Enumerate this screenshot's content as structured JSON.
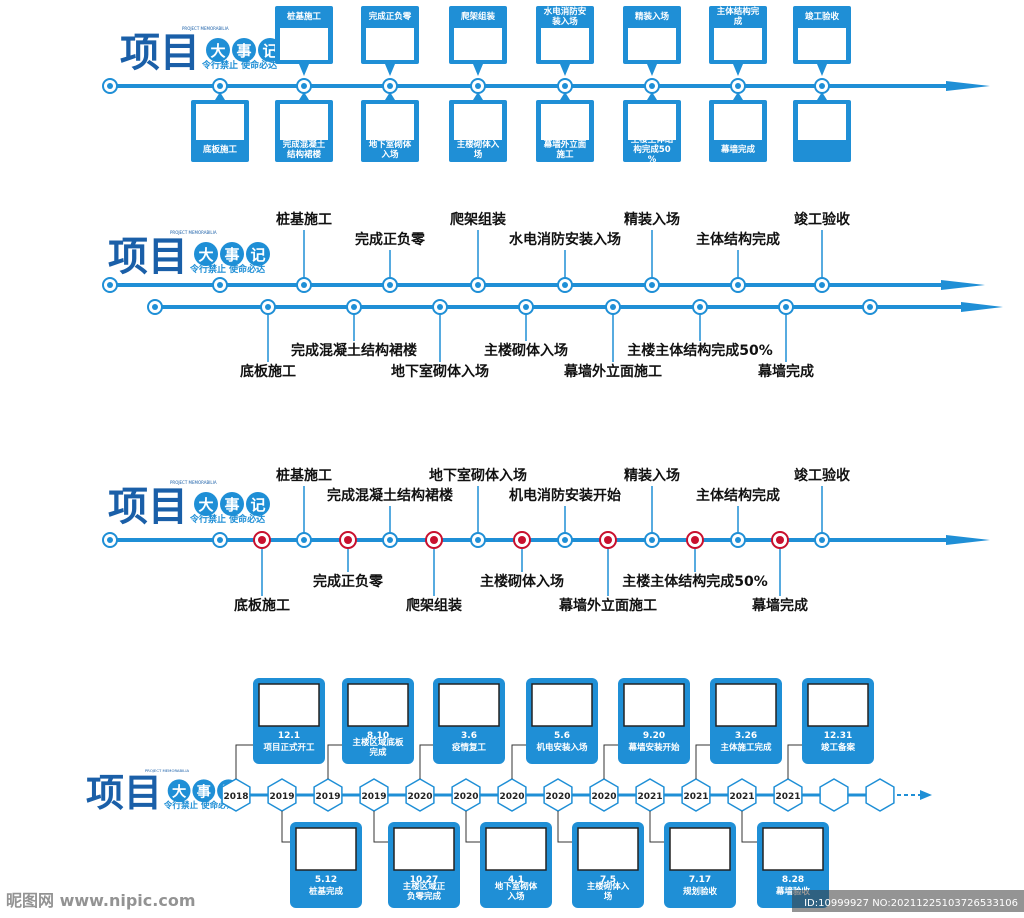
{
  "logo": {
    "big1": "项",
    "big2": "目",
    "c1": "大",
    "c2": "事",
    "c3": "记",
    "small_en": "PROJECT MEMORABILIA",
    "slogan": "令行禁止 使命必达"
  },
  "colors": {
    "primary": "#1f8fd6",
    "light": "#6fc0ee",
    "dark": "#1a5fa8",
    "red": "#c8102e"
  },
  "section1": {
    "top": [
      "桩基施工",
      "完成正负零",
      "爬架组装",
      "水电消防安装入场",
      "精装入场",
      "主体结构完成",
      "竣工验收"
    ],
    "bottom": [
      "底板施工",
      "完成混凝土结构裙楼",
      "地下室砌体入场",
      "主楼砌体入场",
      "幕墙外立面施工",
      "主楼主体结构完成50%",
      "幕墙完成",
      ""
    ]
  },
  "section2": {
    "top": [
      "桩基施工",
      "完成正负零",
      "爬架组装",
      "水电消防安装入场",
      "精装入场",
      "主体结构完成",
      "竣工验收"
    ],
    "bottom": [
      "底板施工",
      "完成混凝土结构裙楼",
      "地下室砌体入场",
      "主楼砌体入场",
      "幕墙外立面施工",
      "主楼主体结构完成50%",
      "幕墙完成"
    ]
  },
  "section3": {
    "top": [
      "桩基施工",
      "完成混凝土结构裙楼",
      "地下室砌体入场",
      "机电消防安装开始",
      "精装入场",
      "主体结构完成",
      "竣工验收"
    ],
    "bottom": [
      "底板施工",
      "完成正负零",
      "爬架组装",
      "主楼砌体入场",
      "幕墙外立面施工",
      "主楼主体结构完成50%",
      "幕墙完成"
    ]
  },
  "section4": {
    "years": [
      "2018",
      "2019",
      "2019",
      "2019",
      "2020",
      "2020",
      "2020",
      "2020",
      "2020",
      "2021",
      "2021",
      "2021",
      "2021",
      "",
      ""
    ],
    "top": [
      {
        "date": "12.1",
        "text": "项目正式开工"
      },
      {
        "date": "8.10",
        "text": "主楼区域底板完成"
      },
      {
        "date": "3.6",
        "text": "疫情复工"
      },
      {
        "date": "5.6",
        "text": "机电安装入场"
      },
      {
        "date": "9.20",
        "text": "幕墙安装开始"
      },
      {
        "date": "3.26",
        "text": "主体施工完成"
      },
      {
        "date": "12.31",
        "text": "竣工备案"
      }
    ],
    "bottom": [
      {
        "date": "5.12",
        "text": "桩基完成"
      },
      {
        "date": "10.27",
        "text": "主楼区域正负零完成"
      },
      {
        "date": "4.1",
        "text": "地下室砌体入场"
      },
      {
        "date": "7.5",
        "text": "主楼砌体入场"
      },
      {
        "date": "7.17",
        "text": "规划验收"
      },
      {
        "date": "8.28",
        "text": "幕墙验收"
      }
    ]
  },
  "watermark": {
    "left": "昵图网 www.nipic.com",
    "right": "ID:10999927 NO:20211225103726533106"
  }
}
